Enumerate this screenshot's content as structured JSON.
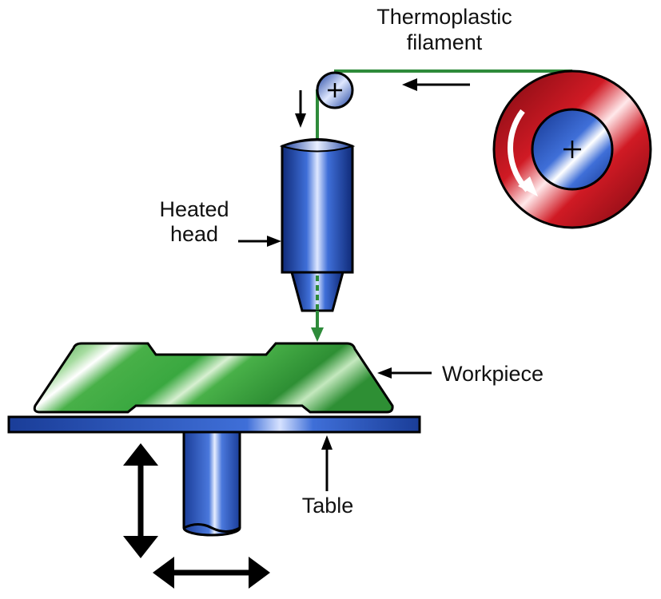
{
  "labels": {
    "filament_line1": "Thermoplastic",
    "filament_line2": "filament",
    "heated_line1": "Heated",
    "heated_line2": "head",
    "workpiece": "Workpiece",
    "table": "Table"
  },
  "colors": {
    "filament": "#2e8b3a",
    "spool_red": "#c8101e",
    "blue": "#1c3f9c",
    "workpiece_green": "#3aa840",
    "outline": "#000000"
  },
  "icons": {
    "pulley": "pulley-icon",
    "spool": "spool-icon",
    "rotation": "rotation-arrow-icon",
    "vertical_motion": "vertical-double-arrow-icon",
    "horizontal_motion": "horizontal-double-arrow-icon"
  }
}
